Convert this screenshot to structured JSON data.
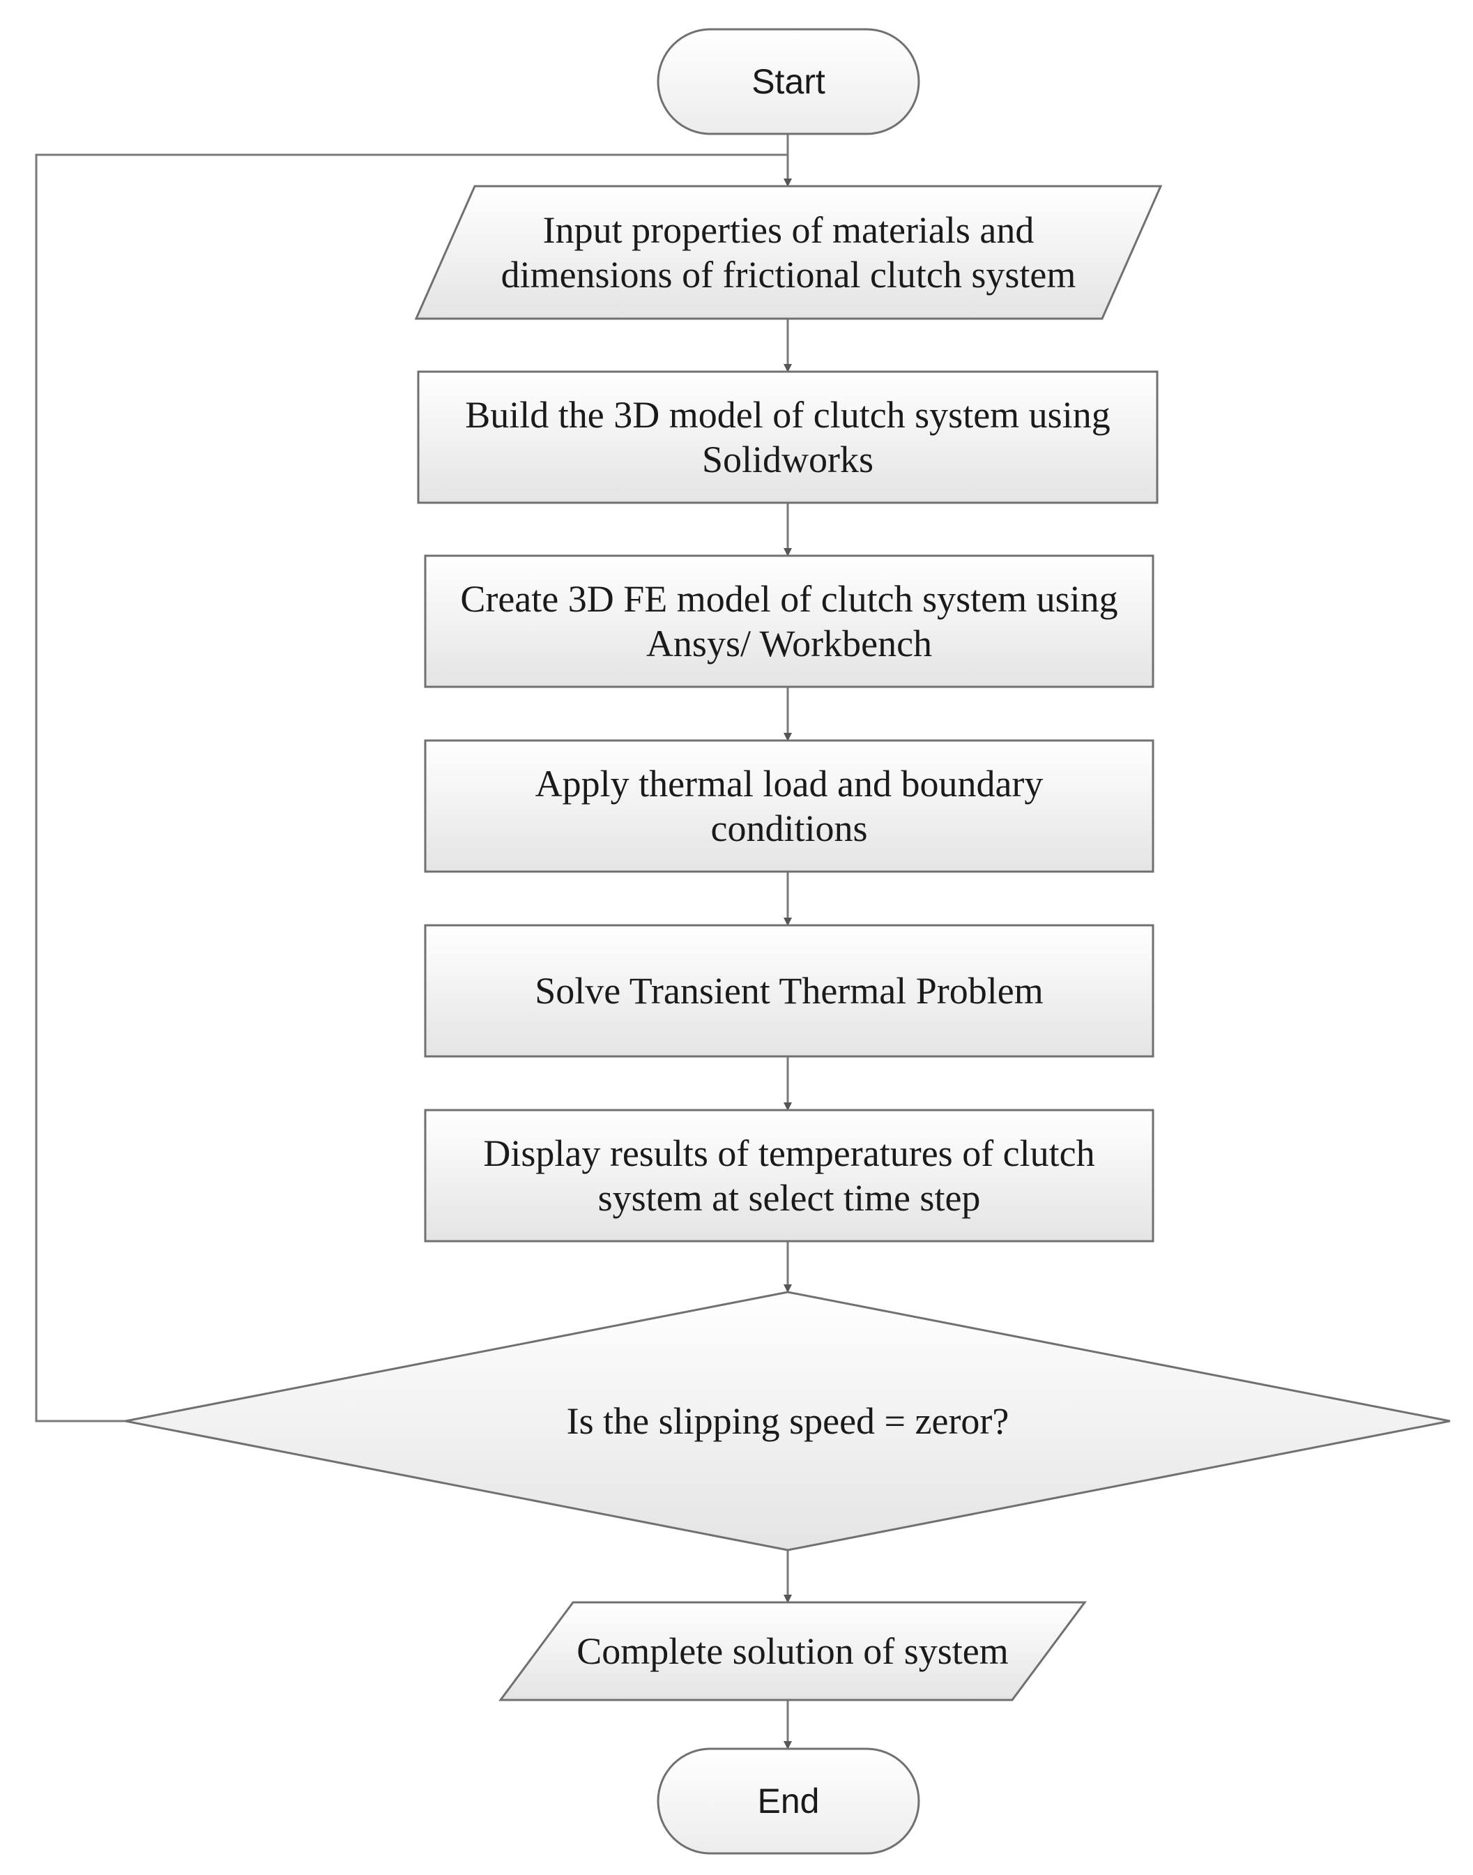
{
  "diagram": {
    "nodes": [
      {
        "id": "start",
        "shape": "terminal",
        "lines": [
          "Start"
        ]
      },
      {
        "id": "input",
        "shape": "parallelogram",
        "lines": [
          "Input properties of materials and",
          "dimensions of frictional clutch system"
        ]
      },
      {
        "id": "build",
        "shape": "process",
        "lines": [
          "Build the 3D model of clutch system using",
          "Solidworks"
        ]
      },
      {
        "id": "create",
        "shape": "process",
        "lines": [
          "Create 3D FE model of clutch system using",
          "Ansys/ Workbench"
        ]
      },
      {
        "id": "apply",
        "shape": "process",
        "lines": [
          "Apply thermal load and boundary",
          "conditions"
        ]
      },
      {
        "id": "solve",
        "shape": "process",
        "lines": [
          "Solve Transient Thermal Problem"
        ]
      },
      {
        "id": "display",
        "shape": "process",
        "lines": [
          "Display results of temperatures of clutch",
          "system at select time step"
        ]
      },
      {
        "id": "decision",
        "shape": "decision",
        "lines": [
          "Is the slipping speed = zeror?"
        ]
      },
      {
        "id": "complete",
        "shape": "parallelogram",
        "lines": [
          "Complete solution of system"
        ]
      },
      {
        "id": "end",
        "shape": "terminal",
        "lines": [
          "End"
        ]
      }
    ],
    "edges": [
      {
        "from": "start",
        "to": "input"
      },
      {
        "from": "input",
        "to": "build"
      },
      {
        "from": "build",
        "to": "create"
      },
      {
        "from": "create",
        "to": "apply"
      },
      {
        "from": "apply",
        "to": "solve"
      },
      {
        "from": "solve",
        "to": "display"
      },
      {
        "from": "display",
        "to": "decision"
      },
      {
        "from": "decision",
        "to": "complete"
      },
      {
        "from": "complete",
        "to": "end"
      },
      {
        "from": "decision",
        "to": "input",
        "loop": true
      }
    ]
  }
}
